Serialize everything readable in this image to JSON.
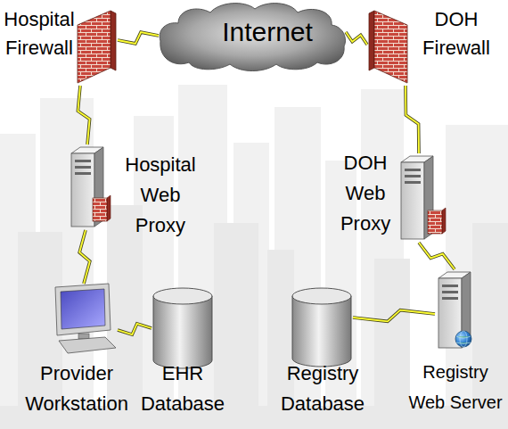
{
  "diagram": {
    "nodes": [
      {
        "text": [
          "Hospital Firewall"
        ]
      },
      {
        "text": [
          "Internet"
        ]
      },
      {
        "text": [
          "DOH Firewall"
        ]
      },
      {
        "text": [
          "Hospital Web Proxy"
        ]
      },
      {
        "text": [
          "DOH Web Proxy"
        ]
      },
      {
        "text": [
          "Provider Workstation"
        ]
      },
      {
        "text": [
          "EHR Database"
        ]
      },
      {
        "text": [
          "Registry Database"
        ]
      },
      {
        "text": [
          "Registry Web Server"
        ]
      }
    ],
    "edges": [
      {
        "from": 0,
        "to": 1,
        "arrow": "none"
      },
      {
        "from": 1,
        "to": 2,
        "arrow": "none"
      },
      {
        "from": 0,
        "to": 3,
        "arrow": "none"
      },
      {
        "from": 3,
        "to": 5,
        "arrow": "none"
      },
      {
        "from": 5,
        "to": 6,
        "arrow": "none"
      },
      {
        "from": 2,
        "to": 4,
        "arrow": "none"
      },
      {
        "from": 4,
        "to": 8,
        "arrow": "none"
      },
      {
        "from": 8,
        "to": 7,
        "arrow": "none"
      }
    ]
  }
}
